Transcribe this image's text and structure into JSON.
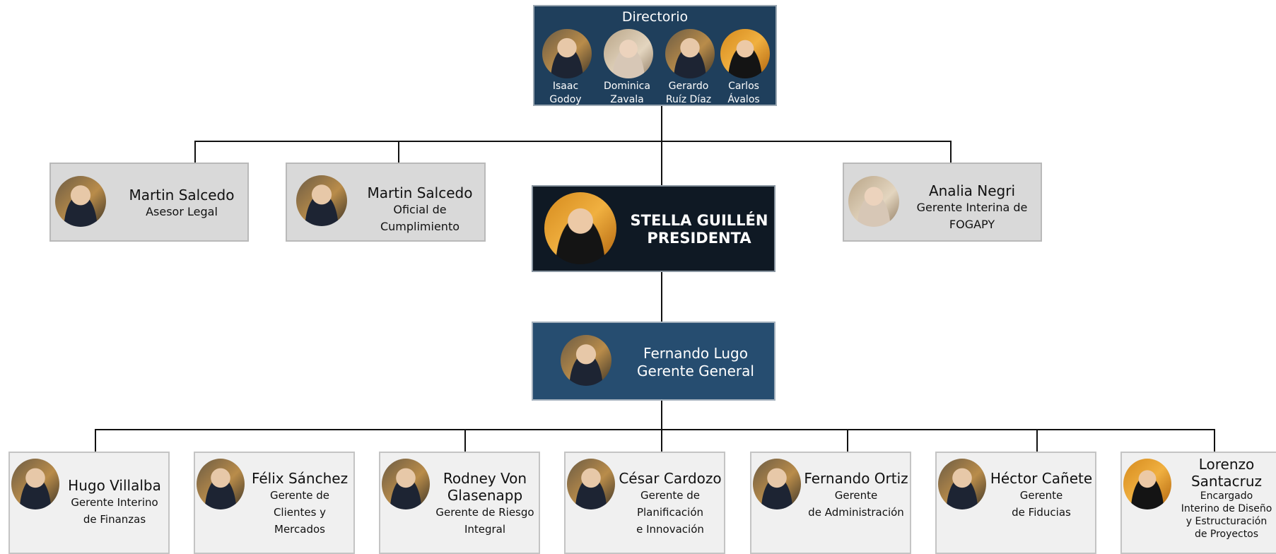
{
  "directorio": {
    "title": "Directorio",
    "members": [
      {
        "line1": "Isaac",
        "line2": "Godoy"
      },
      {
        "line1": "Dominica",
        "line2": "Zavala"
      },
      {
        "line1": "Gerardo",
        "line2": "Ruíz Díaz"
      },
      {
        "line1": "Carlos",
        "line2": "Ávalos"
      }
    ]
  },
  "asesor_legal": {
    "name": "Martin Salcedo",
    "role": "Asesor Legal"
  },
  "oficial_cumplimiento": {
    "name": "Martin Salcedo",
    "role_line1": "Oficial de",
    "role_line2": "Cumplimiento"
  },
  "fogapy": {
    "name": "Analia Negri",
    "role_line1": "Gerente Interina de",
    "role_line2": "FOGAPY"
  },
  "presidenta": {
    "line1": "STELLA GUILLÉN",
    "line2": "PRESIDENTA"
  },
  "gerente_general": {
    "line1": "Fernando Lugo",
    "line2": "Gerente General"
  },
  "managers": [
    {
      "name_lines": [
        "Hugo Villalba"
      ],
      "role_lines": [
        "Gerente Interino",
        "de Finanzas"
      ]
    },
    {
      "name_lines": [
        "Félix Sánchez"
      ],
      "role_lines": [
        "Gerente de",
        "Clientes y",
        "Mercados"
      ]
    },
    {
      "name_lines": [
        "Rodney Von",
        "Glasenapp"
      ],
      "role_lines": [
        "Gerente de Riesgo",
        "Integral"
      ]
    },
    {
      "name_lines": [
        "César Cardozo"
      ],
      "role_lines": [
        "Gerente de",
        "Planificación",
        "e Innovación"
      ]
    },
    {
      "name_lines": [
        "Fernando Ortiz"
      ],
      "role_lines": [
        "Gerente",
        "de Administración"
      ]
    },
    {
      "name_lines": [
        "Héctor Cañete"
      ],
      "role_lines": [
        "Gerente",
        "de  Fiducias"
      ]
    },
    {
      "name_lines": [
        "Lorenzo",
        "Santacruz"
      ],
      "role_lines": [
        "Encargado",
        "Interino de Diseño",
        "y Estructuración",
        "de Proyectos"
      ]
    }
  ]
}
